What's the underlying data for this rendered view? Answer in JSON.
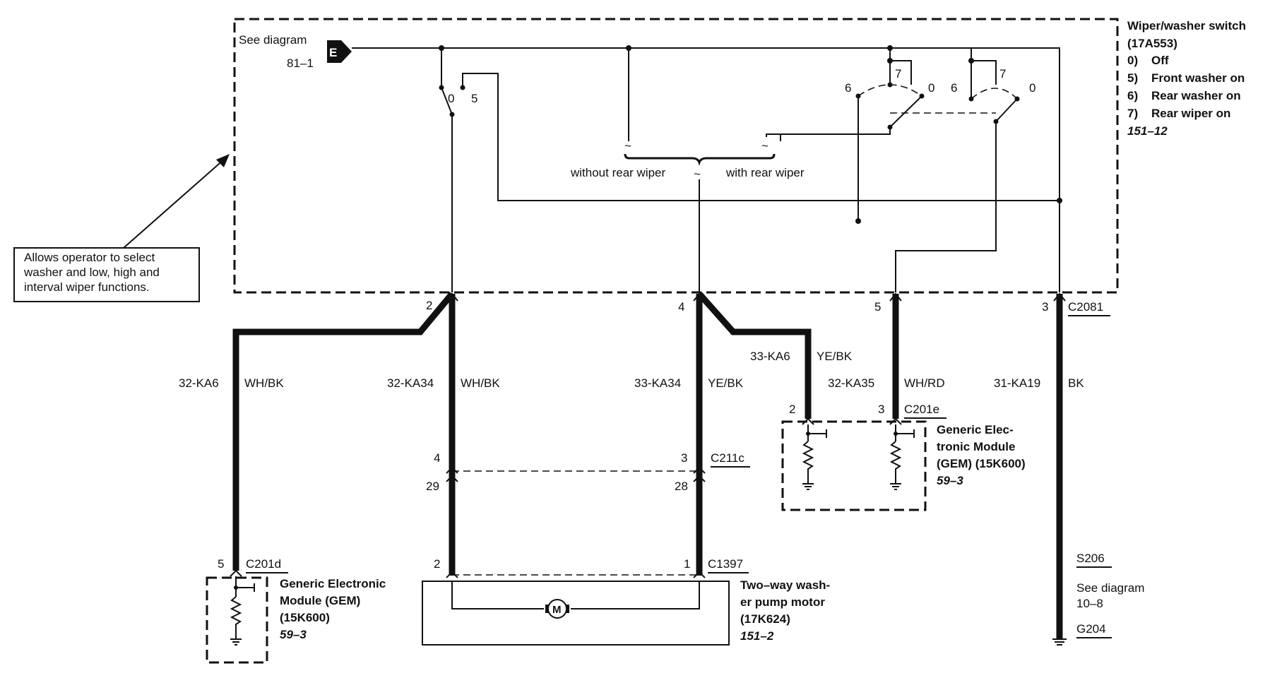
{
  "switch": {
    "title": "Wiper/washer switch",
    "part": "(17A553)",
    "positions": [
      "0)",
      "Off",
      "5)",
      "Front washer on",
      "6)",
      "Rear washer on",
      "7)",
      "Rear wiper on"
    ],
    "ref": "151–12",
    "see_diagram": "See diagram",
    "see_ref": "81–1",
    "terminal_letter": "E",
    "contact_0": "0",
    "contact_5": "5",
    "contact_6": "6",
    "contact_7": "7",
    "without_rear": "without rear wiper",
    "with_rear": "with rear wiper"
  },
  "note": [
    "Allows operator to select",
    "washer and low, high and",
    "interval wiper functions."
  ],
  "connectors": {
    "c2081": "C2081",
    "c201e": "C201e",
    "c211c": "C211c",
    "c201d": "C201d",
    "c1397": "C1397",
    "s206": "S206",
    "g204": "G204"
  },
  "pins": {
    "top_2": "2",
    "top_4": "4",
    "top_5": "5",
    "top_3": "3",
    "e_2": "2",
    "e_3": "3",
    "c211_4": "4",
    "c211_3": "3",
    "c211_29": "29",
    "c211_28": "28",
    "d_5": "5",
    "p_2": "2",
    "p_1": "1"
  },
  "wires": [
    {
      "circuit": "32-KA6",
      "color": "WH/BK"
    },
    {
      "circuit": "32-KA34",
      "color": "WH/BK"
    },
    {
      "circuit": "33-KA34",
      "color": "YE/BK"
    },
    {
      "circuit": "33-KA6",
      "color": "YE/BK"
    },
    {
      "circuit": "32-KA35",
      "color": "WH/RD"
    },
    {
      "circuit": "31-KA19",
      "color": "BK"
    }
  ],
  "gem_right": {
    "lines": [
      "Generic Elec-",
      "tronic Module",
      "(GEM) (15K600)"
    ],
    "ref": "59–3"
  },
  "gem_left": {
    "lines": [
      "Generic Electronic",
      "Module (GEM)",
      "(15K600)"
    ],
    "ref": "59–3"
  },
  "pump": {
    "lines": [
      "Two–way wash-",
      "er pump motor",
      "(17K624)"
    ],
    "ref": "151–2",
    "motor_symbol": "M"
  },
  "ground": {
    "see": "See diagram",
    "ref": "10–8"
  }
}
